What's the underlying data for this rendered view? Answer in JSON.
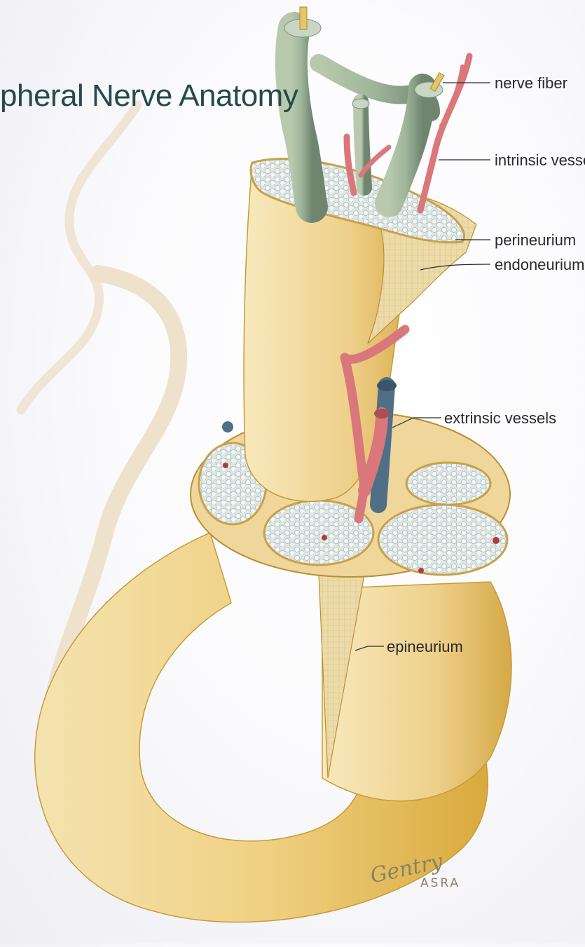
{
  "title": "pheral Nerve Anatomy",
  "labels": {
    "nerve_fiber": "nerve fiber",
    "intrinsic_vessel": "intrinsic vessel",
    "perineurium": "perineurium",
    "endoneurium": "endoneurium",
    "extrinsic_vessels": "extrinsic vessels",
    "epineurium": "epineurium"
  },
  "credit": {
    "signature": "Gentry",
    "organization": "ASRA"
  },
  "colors": {
    "title": "#264a4c",
    "nerve_body": "#f0d184",
    "fascicle_fill": "#e6edf0",
    "artery": "#d9777b",
    "vein": "#4f6f86",
    "fiber": "#9fb59a"
  }
}
